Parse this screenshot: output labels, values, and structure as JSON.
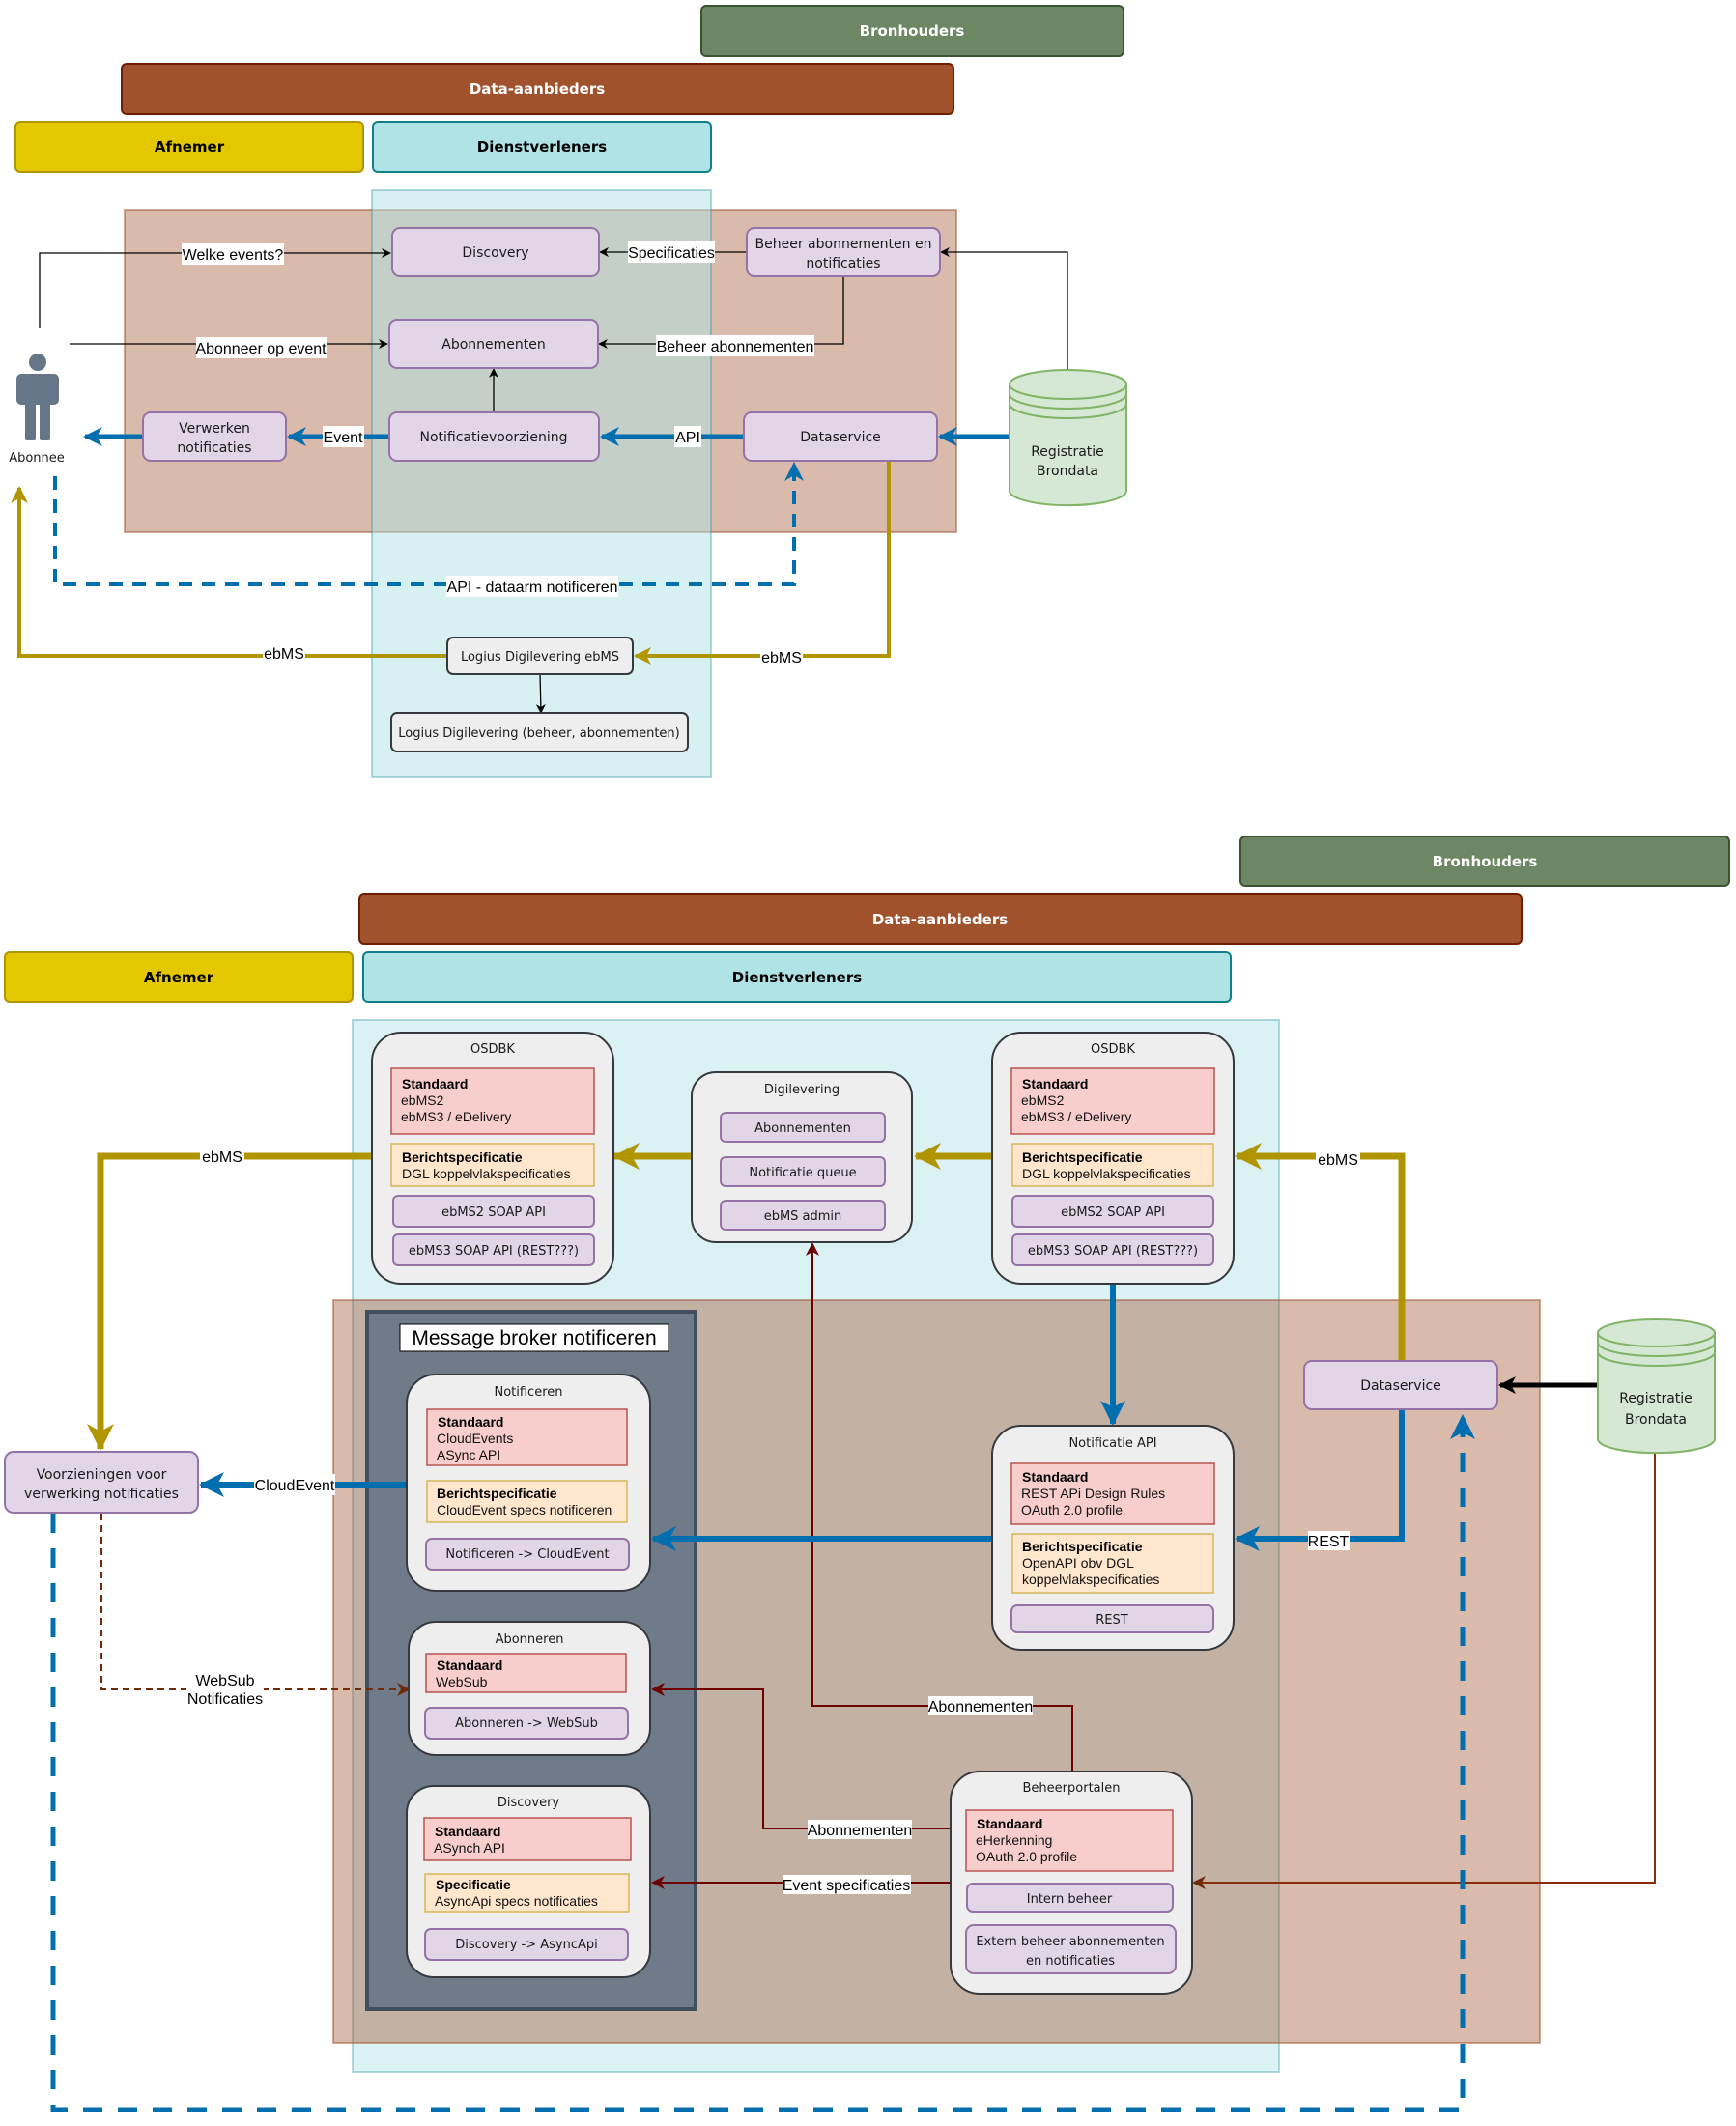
{
  "top": {
    "lanes": {
      "bronhouders": "Bronhouders",
      "data_aanbieders": "Data-aanbieders",
      "afnemer": "Afnemer",
      "dienstverleners": "Dienstverleners"
    },
    "actor": "Abonnee",
    "nodes": {
      "discovery": "Discovery",
      "beheer_line1": "Beheer abonnementen en",
      "beheer_line2": "notificaties",
      "abonnementen": "Abonnementen",
      "verwerken_line1": "Verwerken",
      "verwerken_line2": "notificaties",
      "notificatievoorziening": "Notificatievoorziening",
      "dataservice": "Dataservice",
      "registratie_line1": "Registratie",
      "registratie_line2": "Brondata",
      "logius_ebms": "Logius Digilevering ebMS",
      "logius_beheer": "Logius Digilevering (beheer, abonnementen)"
    },
    "edges": {
      "welke_events": "Welke events?",
      "specificaties": "Specificaties",
      "abonneer_op_event": "Abonneer op event",
      "beheer_abonnementen": "Beheer abonnementen",
      "event": "Event",
      "api": "API",
      "api_dataarm": "API - dataarm notificeren",
      "ebms_left": "ebMS",
      "ebms_right": "ebMS"
    }
  },
  "bottom": {
    "lanes": {
      "bronhouders": "Bronhouders",
      "data_aanbieders": "Data-aanbieders",
      "afnemer": "Afnemer",
      "dienstverleners": "Dienstverleners"
    },
    "osdbk_left": {
      "title": "OSDBK",
      "standaard_title": "Standaard",
      "standaard_lines": [
        "ebMS2",
        "ebMS3 / eDelivery"
      ],
      "spec_title": "Berichtspecificatie",
      "spec_lines": [
        "DGL koppelvlakspecificaties"
      ],
      "items": [
        "ebMS2 SOAP API",
        "ebMS3 SOAP API (REST???)"
      ]
    },
    "digilevering": {
      "title": "Digilevering",
      "items": [
        "Abonnementen",
        "Notificatie queue",
        "ebMS admin"
      ]
    },
    "osdbk_right": {
      "title": "OSDBK",
      "standaard_title": "Standaard",
      "standaard_lines": [
        "ebMS2",
        "ebMS3 / eDelivery"
      ],
      "spec_title": "Berichtspecificatie",
      "spec_lines": [
        "DGL koppelvlakspecificaties"
      ],
      "items": [
        "ebMS2 SOAP API",
        "ebMS3 SOAP API (REST???)"
      ]
    },
    "message_broker": {
      "title": "Message broker notificeren",
      "notificeren": {
        "title": "Notificeren",
        "standaard_title": "Standaard",
        "standaard_lines": [
          "CloudEvents",
          "ASync API"
        ],
        "spec_title": "Berichtspecificatie",
        "spec_lines": [
          "CloudEvent specs notificeren"
        ],
        "item": "Notificeren -> CloudEvent"
      },
      "abonneren": {
        "title": "Abonneren",
        "standaard_title": "Standaard",
        "standaard_lines": [
          "WebSub"
        ],
        "item": "Abonneren -> WebSub"
      },
      "discovery": {
        "title": "Discovery",
        "standaard_title": "Standaard",
        "standaard_lines": [
          "ASynch API"
        ],
        "spec_title": "Specificatie",
        "spec_lines": [
          "AsyncApi specs notificaties"
        ],
        "item": "Discovery -> AsyncApi"
      }
    },
    "notificatie_api": {
      "title": "Notificatie API",
      "standaard_title": "Standaard",
      "standaard_lines": [
        "REST APi Design Rules",
        "OAuth 2.0 profile"
      ],
      "spec_title": "Berichtspecificatie",
      "spec_lines": [
        "OpenAPI obv DGL",
        "koppelvlakspecificaties"
      ],
      "item": "REST"
    },
    "beheerportalen": {
      "title": "Beheerportalen",
      "standaard_title": "Standaard",
      "standaard_lines": [
        "eHerkenning",
        "OAuth 2.0 profile"
      ],
      "items": [
        "Intern beheer"
      ],
      "extern_line1": "Extern beheer abonnementen",
      "extern_line2": "en notificaties"
    },
    "voorzieningen_line1": "Voorzieningen voor",
    "voorzieningen_line2": "verwerking notificaties",
    "dataservice": "Dataservice",
    "registratie_line1": "Registratie",
    "registratie_line2": "Brondata",
    "edges": {
      "ebms_left": "ebMS",
      "ebms_right": "ebMS",
      "cloudevent": "CloudEvent",
      "rest": "REST",
      "websub_line1": "WebSub",
      "websub_line2": "Notificaties",
      "abonnementen_top": "Abonnementen",
      "abonnementen_mid": "Abonnementen",
      "event_specificaties": "Event specificaties"
    }
  },
  "colors": {
    "bronhouders": "#6d8764",
    "data_aanbieders": "#a0522d",
    "afnemer": "#e3c800",
    "dienstverleners": "#b0e3e6",
    "node_fill": "#e1d5e7",
    "node_stroke": "#9673a6",
    "blue": "#006eaf",
    "gold": "#b09500",
    "darkred": "#6f0000",
    "cylinder_fill": "#d5e8d4",
    "cylinder_stroke": "#82b366",
    "standaard_fill": "#f8cecc",
    "standaard_stroke": "#b85450",
    "spec_fill": "#ffe6cc",
    "spec_stroke": "#d6b656"
  }
}
